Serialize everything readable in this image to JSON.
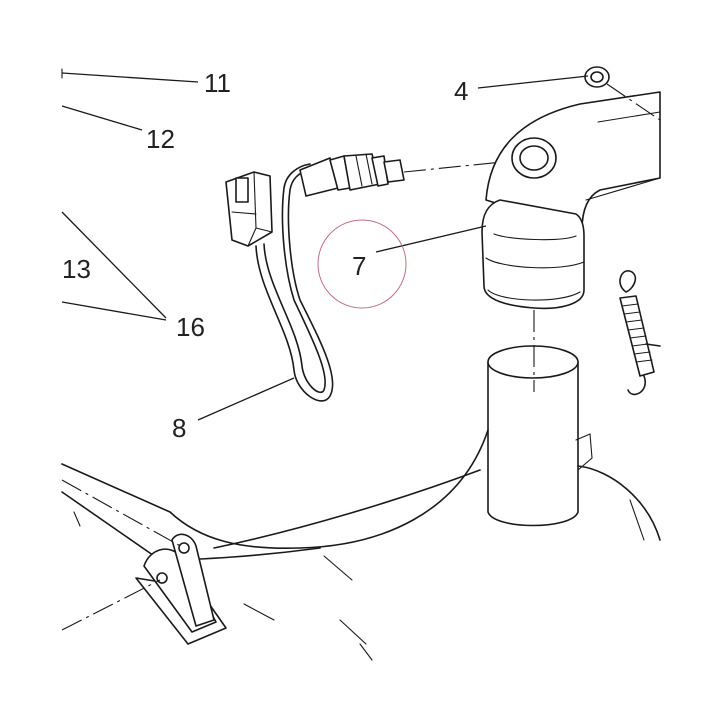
{
  "callouts": {
    "c11": "11",
    "c12": "12",
    "c13": "13",
    "c16": "16",
    "c4": "4",
    "c7": "7",
    "c8": "8"
  },
  "colors": {
    "ink": "#1a1a1a",
    "highlight_circle": "#c07080"
  }
}
